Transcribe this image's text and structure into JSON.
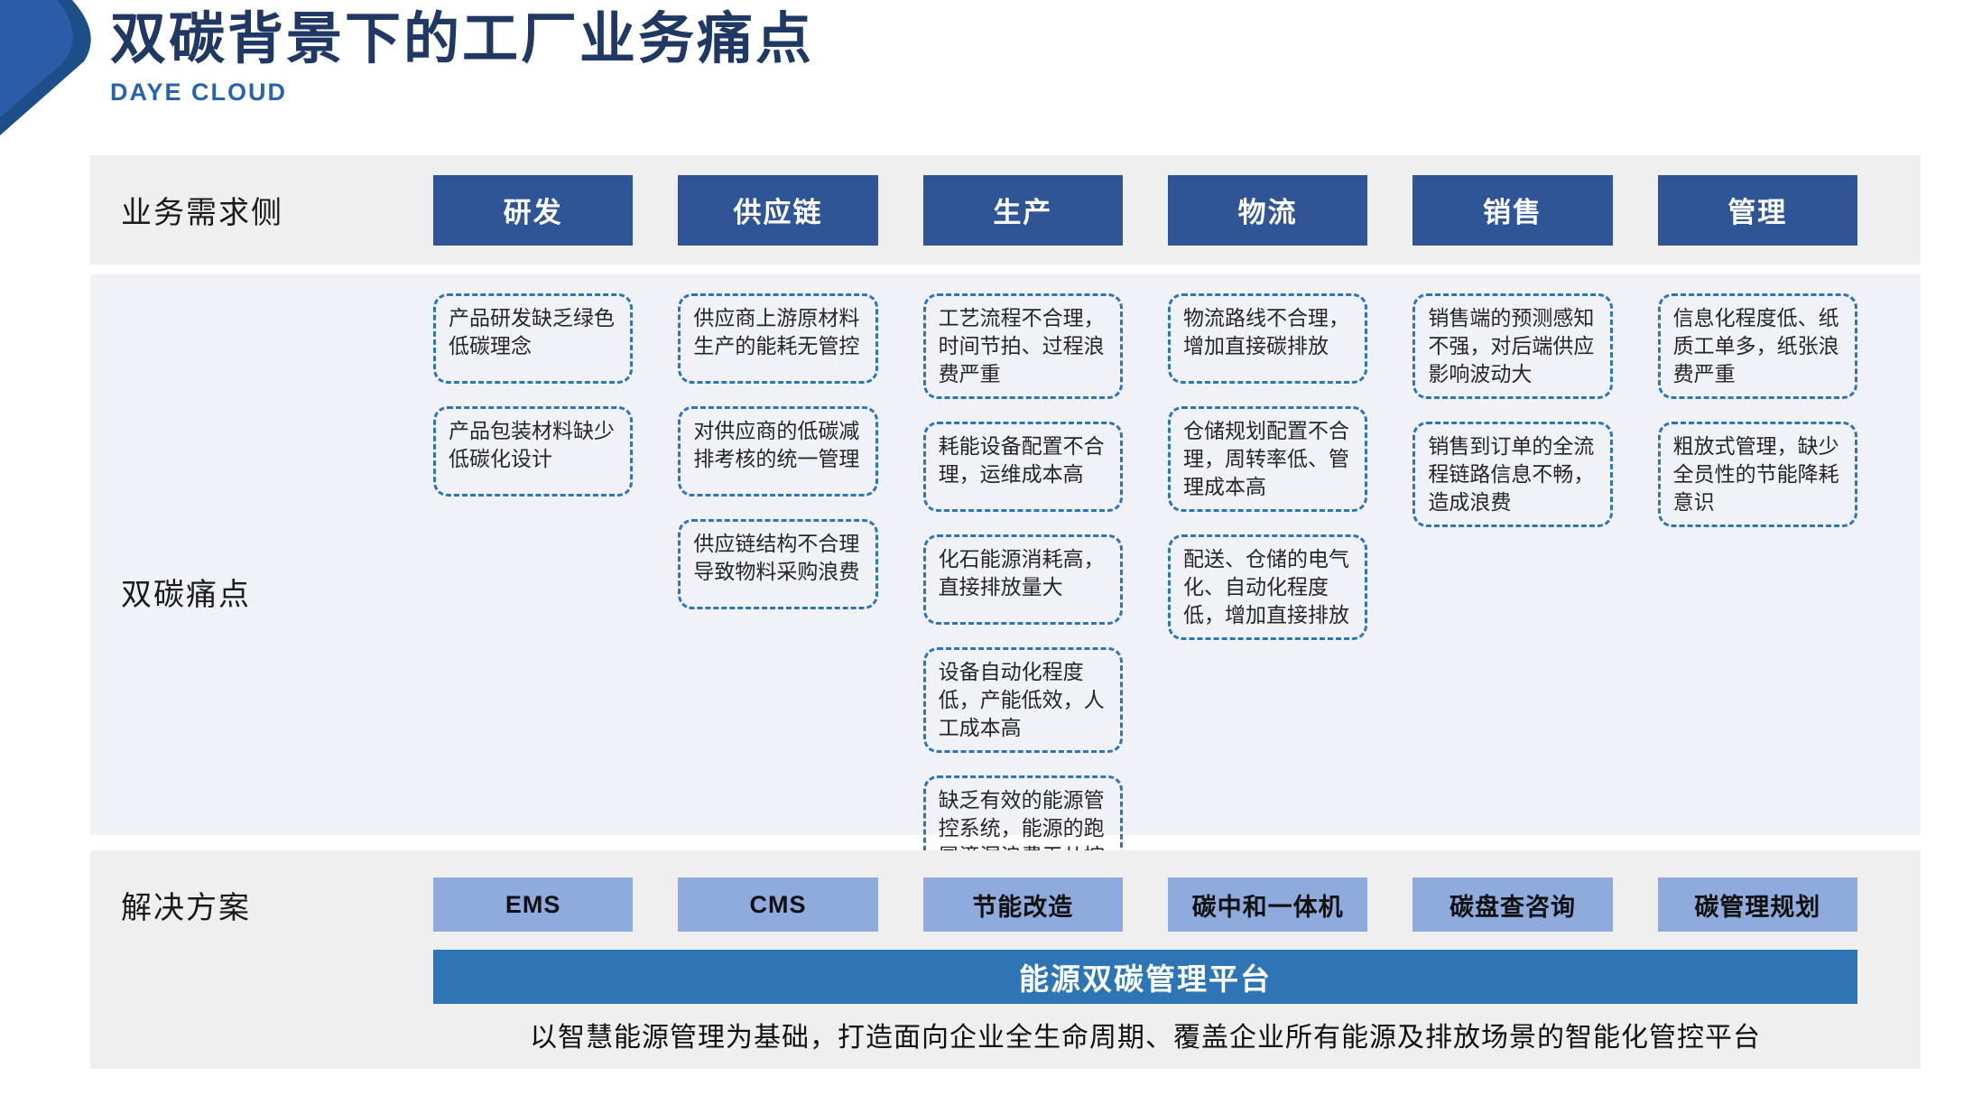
{
  "header": {
    "title": "双碳背景下的工厂业务痛点",
    "subtitle": "DAYE CLOUD"
  },
  "colors": {
    "accent_dark": "#2F5597",
    "accent_medium": "#2E75B6",
    "accent_light": "#8FAADC",
    "title_navy": "#1F3864"
  },
  "demand_row": {
    "label": "业务需求侧",
    "items": [
      {
        "label": "研发"
      },
      {
        "label": "供应链"
      },
      {
        "label": "生产"
      },
      {
        "label": "物流"
      },
      {
        "label": "销售"
      },
      {
        "label": "管理"
      }
    ]
  },
  "pain_row": {
    "label": "双碳痛点",
    "columns": [
      {
        "category": "研发",
        "items": [
          "产品研发缺乏绿色低碳理念",
          "产品包装材料缺少低碳化设计"
        ]
      },
      {
        "category": "供应链",
        "items": [
          "供应商上游原材料生产的能耗无管控",
          "对供应商的低碳减排考核的统一管理",
          "供应链结构不合理导致物料采购浪费"
        ]
      },
      {
        "category": "生产",
        "items": [
          "工艺流程不合理，时间节拍、过程浪费严重",
          "耗能设备配置不合理，运维成本高",
          "化石能源消耗高，直接排放量大",
          "设备自动化程度低，产能低效，人工成本高",
          "缺乏有效的能源管控系统，能源的跑冒滴漏浪费无从控制"
        ]
      },
      {
        "category": "物流",
        "items": [
          "物流路线不合理，增加直接碳排放",
          "仓储规划配置不合理，周转率低、管理成本高",
          "配送、仓储的电气化、自动化程度低，增加直接排放"
        ]
      },
      {
        "category": "销售",
        "items": [
          "销售端的预测感知不强，对后端供应影响波动大",
          "销售到订单的全流程链路信息不畅，造成浪费"
        ]
      },
      {
        "category": "管理",
        "items": [
          "信息化程度低、纸质工单多，纸张浪费严重",
          "粗放式管理，缺少全员性的节能降耗意识"
        ]
      }
    ]
  },
  "solution_row": {
    "label": "解决方案",
    "items": [
      {
        "label": "EMS"
      },
      {
        "label": "CMS"
      },
      {
        "label": "节能改造"
      },
      {
        "label": "碳中和一体机"
      },
      {
        "label": "碳盘查咨询"
      },
      {
        "label": "碳管理规划"
      }
    ],
    "platform": "能源双碳管理平台",
    "description": "以智慧能源管理为基础，打造面向企业全生命周期、覆盖企业所有能源及排放场景的智能化管控平台"
  }
}
